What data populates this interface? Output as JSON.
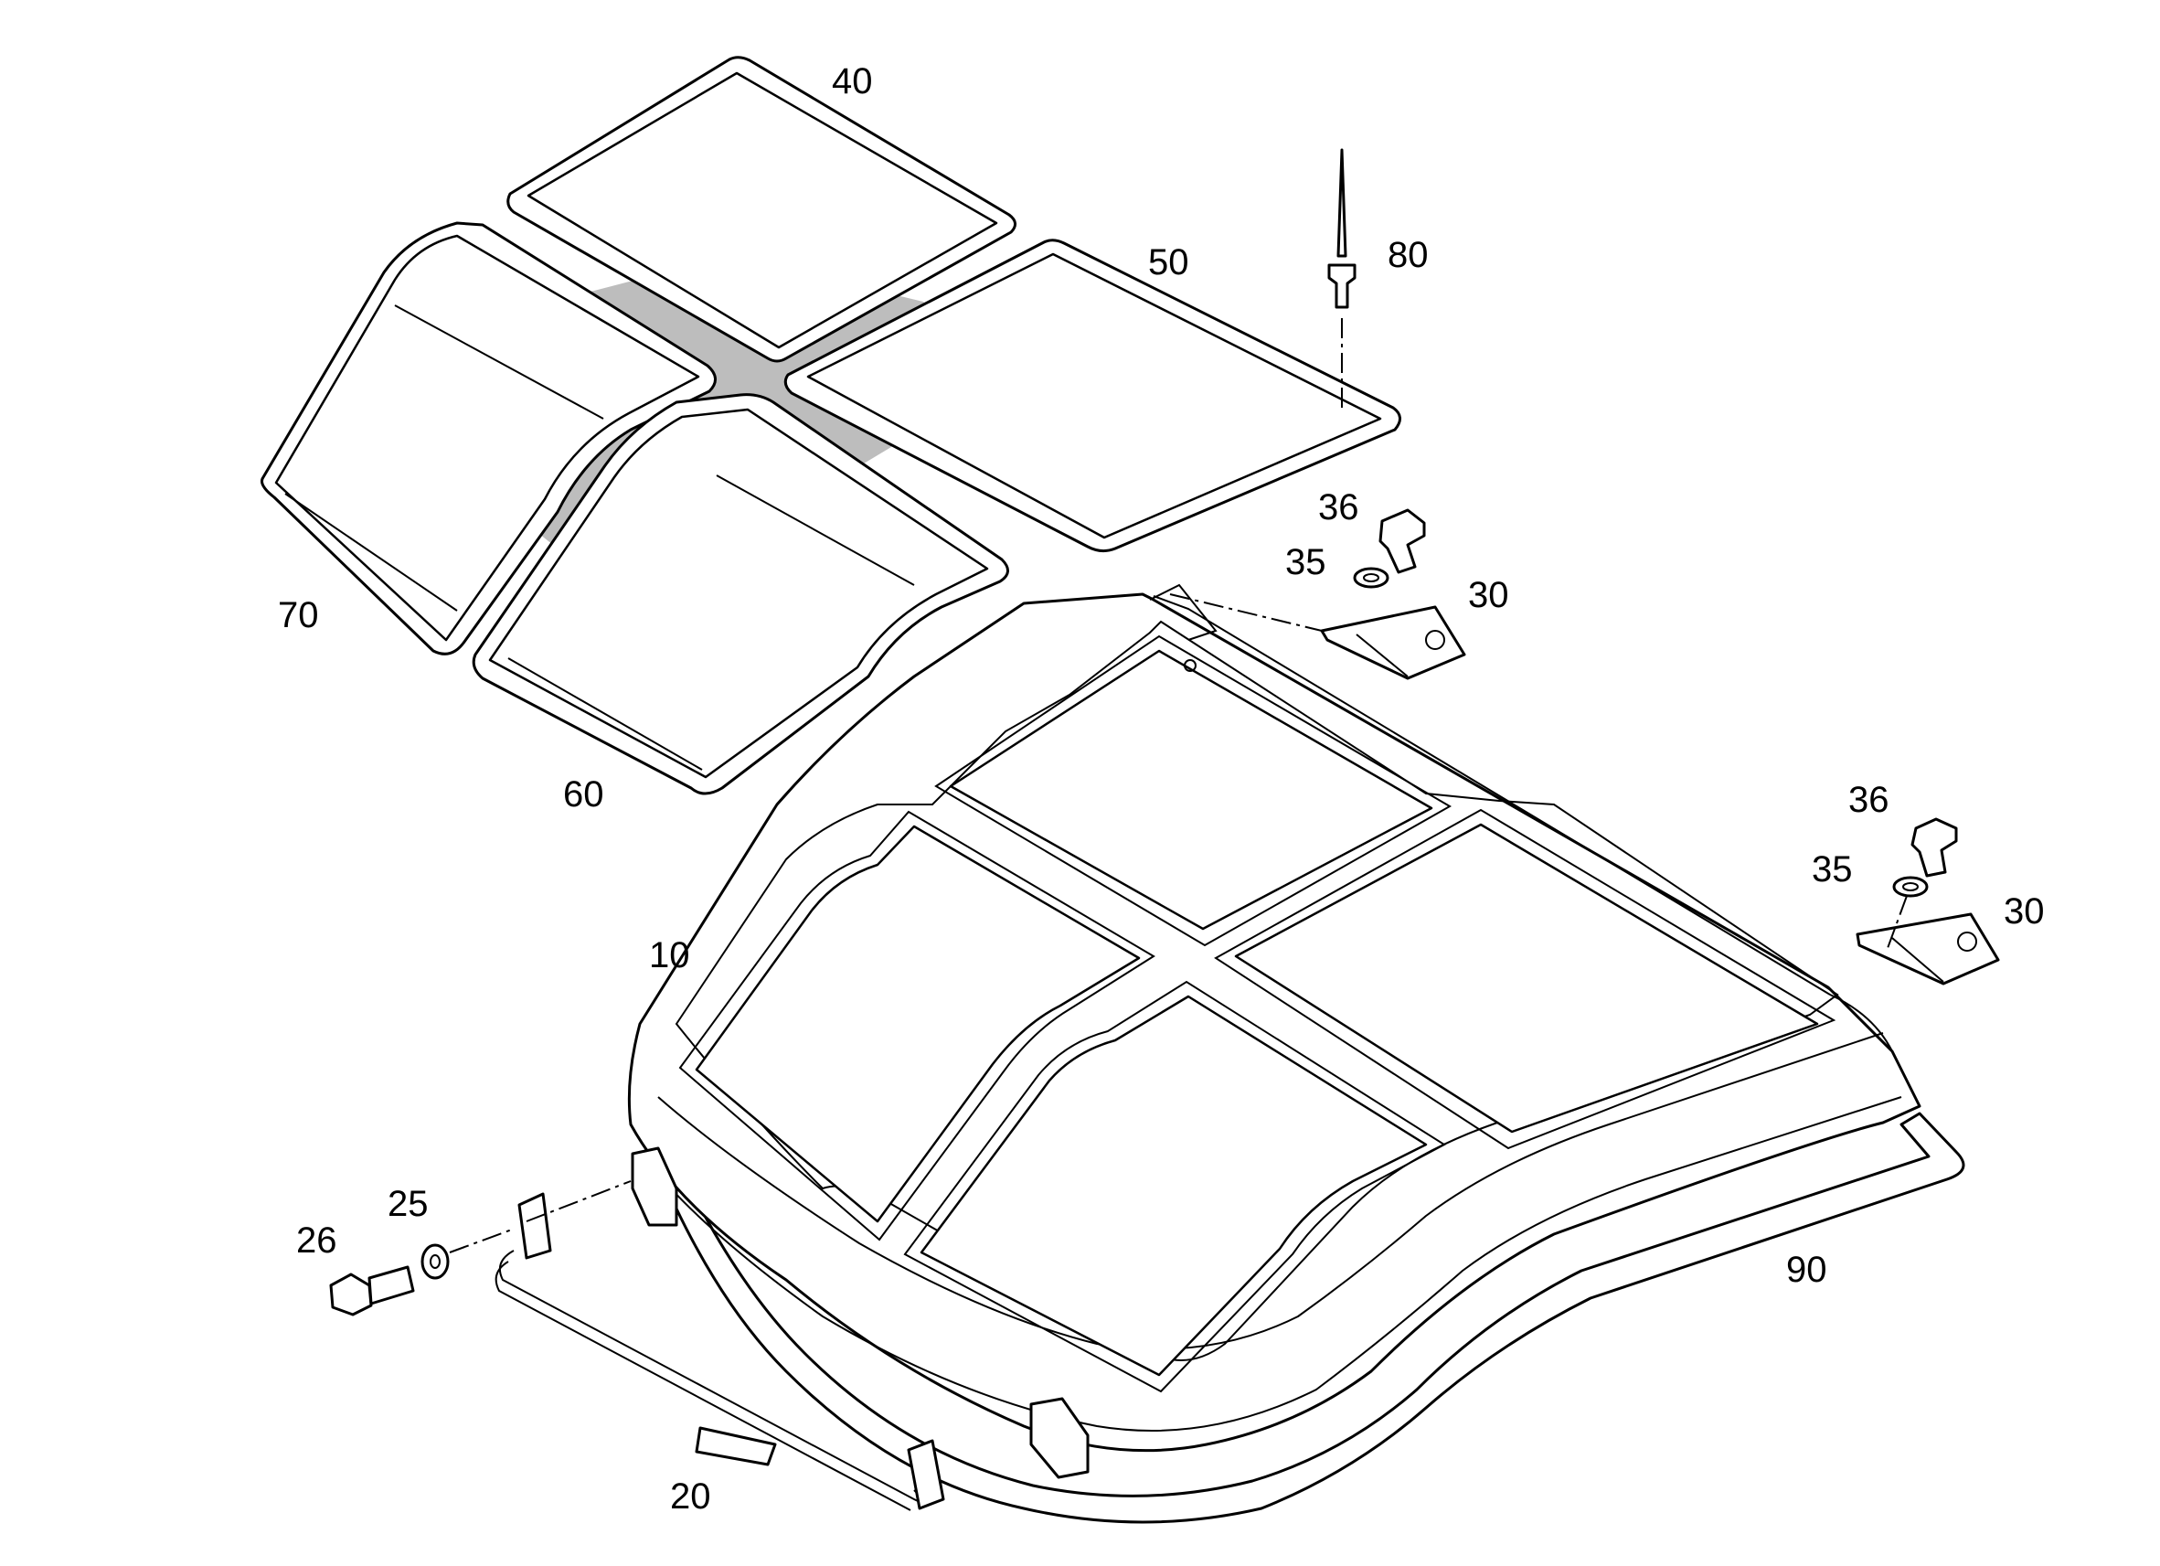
{
  "diagram": {
    "callouts": {
      "c10": "10",
      "c20": "20",
      "c25": "25",
      "c26": "26",
      "c30a": "30",
      "c30b": "30",
      "c35a": "35",
      "c35b": "35",
      "c36a": "36",
      "c36b": "36",
      "c40": "40",
      "c50": "50",
      "c60": "60",
      "c70": "70",
      "c80": "80",
      "c90": "90"
    }
  }
}
